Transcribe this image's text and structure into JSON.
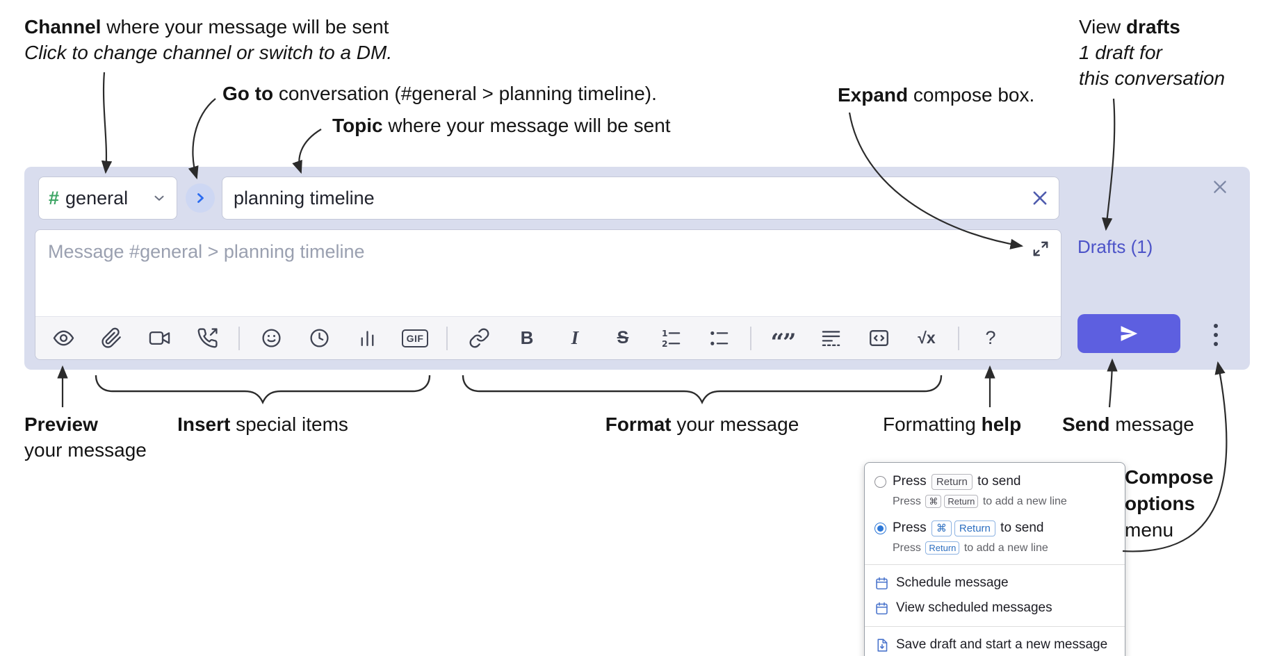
{
  "notes": {
    "channel": {
      "bold": "Channel",
      "rest": " where your message will be sent",
      "line2": "Click to change channel or switch to a DM."
    },
    "goto": {
      "bold": "Go to",
      "rest": " conversation (#general > planning timeline)."
    },
    "topic": {
      "bold": "Topic",
      "rest": " where your message will be sent"
    },
    "expand": {
      "bold": "Expand",
      "rest": " compose box."
    },
    "drafts": {
      "pre": "View ",
      "bold": "drafts",
      "line2": "1 draft for",
      "line3": "this conversation"
    },
    "preview": {
      "bold": "Preview",
      "line2": "your message"
    },
    "insert": {
      "bold": "Insert",
      "rest": " special items"
    },
    "format": {
      "bold": "Format",
      "rest": " your message"
    },
    "help": {
      "pre": "Formatting ",
      "bold": "help"
    },
    "send": {
      "bold": "Send",
      "rest": " message"
    },
    "options": {
      "bold1": "Compose",
      "bold2": "options",
      "line3": "menu"
    }
  },
  "compose": {
    "channel": {
      "hash": "#",
      "name": "general"
    },
    "topic": "planning timeline",
    "placeholder": "Message #general > planning timeline",
    "drafts_link": "Drafts (1)",
    "labels": {
      "gif": "GIF",
      "bold": "B",
      "italic": "I",
      "strike": "S",
      "math": "√x",
      "help": "?",
      "quote": "“”"
    },
    "toolbar_icons": [
      "preview-eye",
      "attach-paperclip",
      "video-call",
      "voice-call",
      "emoji",
      "time",
      "poll",
      "gif",
      "link",
      "bold",
      "italic",
      "strikethrough",
      "numbered-list",
      "bulleted-list",
      "quote",
      "spoiler",
      "code",
      "math",
      "help"
    ],
    "colors": {
      "accent_send": "#5d5fe0",
      "drafts_link": "#4c53c8",
      "channel_hash": "#3da564",
      "compose_bg": "#d9ddee"
    }
  },
  "menu": {
    "opt1": {
      "press": "Press",
      "key": "Return",
      "post": "to send"
    },
    "opt1_sub": {
      "press": "Press",
      "key1": "⌘",
      "key2": "Return",
      "post": "to add a new line"
    },
    "opt2": {
      "press": "Press",
      "key1": "⌘",
      "key2": "Return",
      "post": "to send"
    },
    "opt2_sub": {
      "press": "Press",
      "key": "Return",
      "post": "to add a new line"
    },
    "items": {
      "schedule": "Schedule message",
      "view_scheduled": "View scheduled messages",
      "save_draft": "Save draft and start a new message"
    }
  }
}
